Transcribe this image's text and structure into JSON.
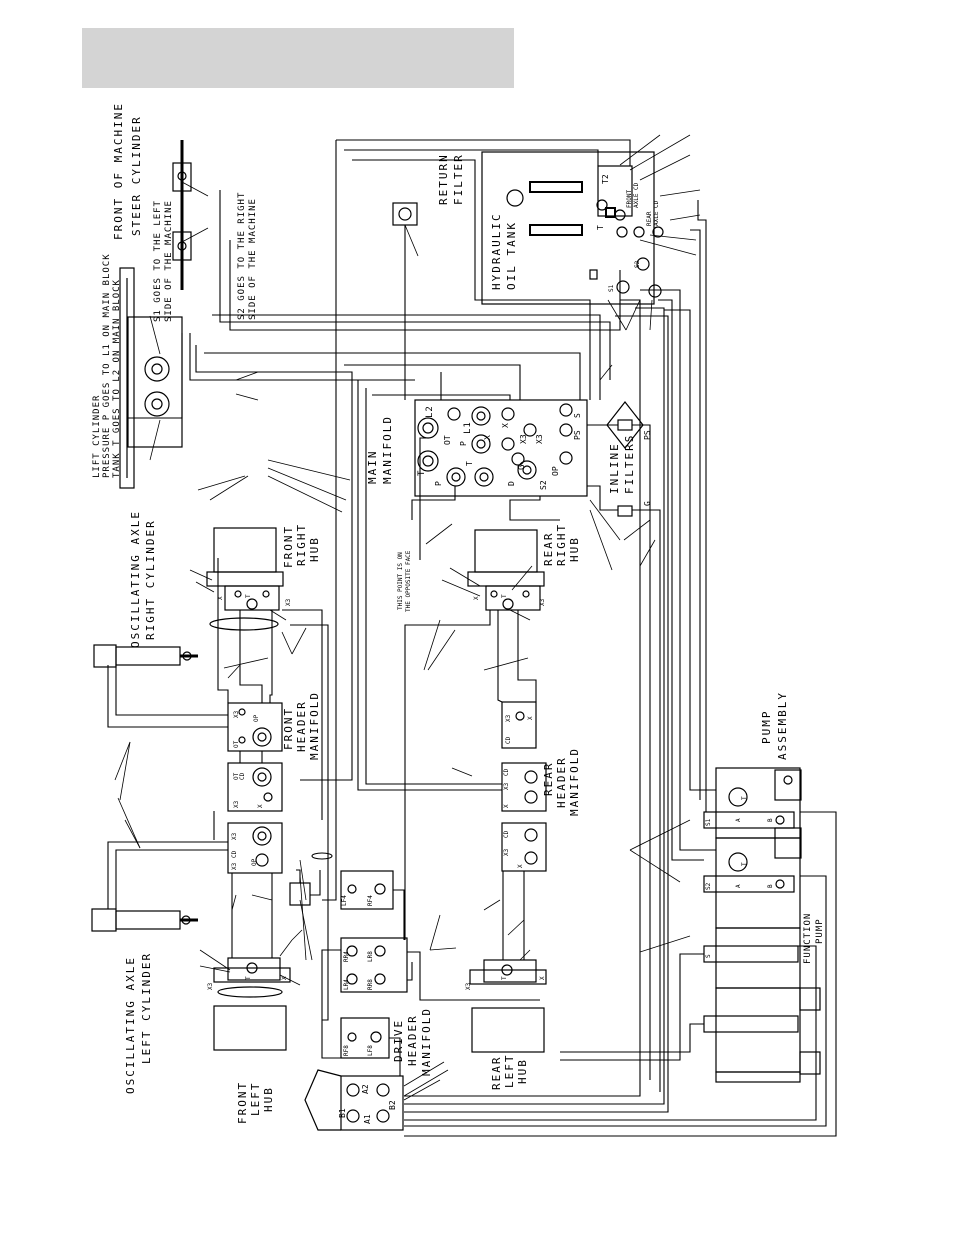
{
  "labels": {
    "front_of_machine": "FRONT OF MACHINE",
    "steer_cylinder": "STEER CYLINDER",
    "s1_note": "S1 GOES TO THE LEFT",
    "s1_note2": "SIDE OF THE MACHINE",
    "s2_note": "S2 GOES TO THE RIGHT",
    "s2_note2": "SIDE OF THE MACHINE",
    "lift_cylinder": "LIFT CYLINDER",
    "lift_pressure": "PRESSURE P GOES TO L1 ON MAIN BLOCK",
    "lift_tank": "TANK T GOES TO L2 ON MAIN BLOCK",
    "return_filter_1": "RETURN",
    "return_filter_2": "FILTER",
    "hyd_tank_1": "HYDRAULIC",
    "hyd_tank_2": "OIL TANK",
    "front_axle_cd_1": "FRONT",
    "front_axle_cd_2": "AXLE CD",
    "rear_axle_cd_1": "REAR",
    "rear_axle_cd_2": "AXLE CD",
    "main_manifold_1": "MAIN",
    "main_manifold_2": "MANIFOLD",
    "inline_filters_1": "INLINE",
    "inline_filters_2": "FILTERS",
    "opposite_face_1": "THIS POINT IS ON",
    "opposite_face_2": "THE OPPOSITE FACE",
    "osc_right_1": "OSCILLATING AXLE",
    "osc_right_2": "RIGHT CYLINDER",
    "front_right_hub_1": "FRONT",
    "front_right_hub_2": "RIGHT",
    "front_right_hub_3": "HUB",
    "rear_right_hub_1": "REAR",
    "rear_right_hub_2": "RIGHT",
    "rear_right_hub_3": "HUB",
    "front_header_1": "FRONT",
    "front_header_2": "HEADER",
    "front_header_3": "MANIFOLD",
    "rear_header_1": "REAR",
    "rear_header_2": "HEADER",
    "rear_header_3": "MANIFOLD",
    "pump_assembly_1": "PUMP",
    "pump_assembly_2": "ASSEMBLY",
    "function_pump_1": "FUNCTION",
    "function_pump_2": "PUMP",
    "osc_left_1": "OSCILLATING AXLE",
    "osc_left_2": "LEFT CYLINDER",
    "front_left_hub_1": "FRONT",
    "front_left_hub_2": "LEFT",
    "front_left_hub_3": "HUB",
    "rear_left_hub_1": "REAR",
    "rear_left_hub_2": "LEFT",
    "rear_left_hub_3": "HUB",
    "drive_header_1": "DRIVE",
    "drive_header_2": "HEADER",
    "drive_header_3": "MANIFOLD"
  },
  "ports": {
    "L2": "L2",
    "L1": "L1",
    "OT": "OT",
    "T": "T",
    "P": "P",
    "X": "X",
    "X3": "X3",
    "PS": "PS",
    "OP": "OP",
    "S": "S",
    "G": "G",
    "D": "D",
    "S2": "S2",
    "S1": "S1",
    "T2": "T2",
    "CD": "CD",
    "A": "A",
    "B": "B",
    "A1": "A1",
    "A2": "A2",
    "B1": "B1",
    "B2": "B2",
    "LF4": "LF4",
    "RF4": "RF4",
    "LR4": "LR4",
    "RR4": "RR4",
    "LR8": "LR8",
    "RR8": "RR8",
    "RF8": "RF8",
    "LF8": "LF8",
    "PLUS": "+"
  }
}
